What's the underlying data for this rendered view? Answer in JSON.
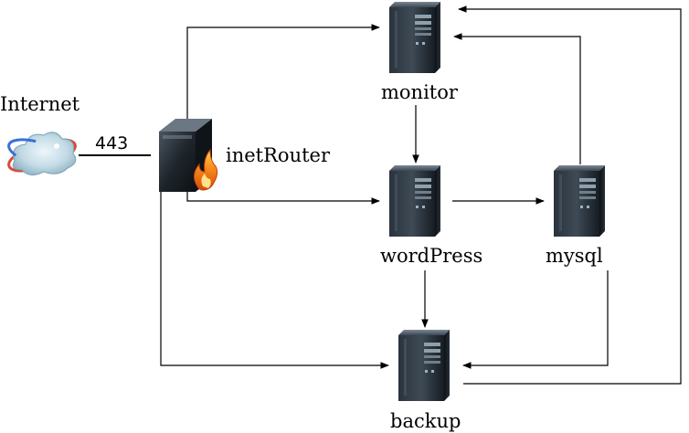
{
  "nodes": {
    "internet": {
      "label": "Internet",
      "icon": "cloud-globe-icon"
    },
    "inetrouter": {
      "label": "inetRouter",
      "icon": "firewall-router-icon"
    },
    "monitor": {
      "label": "monitor",
      "icon": "server-tower-icon"
    },
    "wordpress": {
      "label": "wordPress",
      "icon": "server-tower-icon"
    },
    "mysql": {
      "label": "mysql",
      "icon": "server-tower-icon"
    },
    "backup": {
      "label": "backup",
      "icon": "server-tower-icon"
    }
  },
  "edges": [
    {
      "from": "Internet",
      "to": "inetRouter",
      "label": "443"
    },
    {
      "from": "inetRouter",
      "to": "monitor"
    },
    {
      "from": "inetRouter",
      "to": "wordPress"
    },
    {
      "from": "inetRouter",
      "to": "backup"
    },
    {
      "from": "monitor",
      "to": "wordPress"
    },
    {
      "from": "wordPress",
      "to": "mysql"
    },
    {
      "from": "wordPress",
      "to": "backup"
    },
    {
      "from": "mysql",
      "to": "monitor"
    },
    {
      "from": "mysql",
      "to": "backup"
    },
    {
      "from": "backup",
      "to": "monitor"
    }
  ],
  "colors": {
    "line": "#000000",
    "server_dark": "#1a2128",
    "server_light": "#5c6b78",
    "flame": "#f36f12"
  }
}
